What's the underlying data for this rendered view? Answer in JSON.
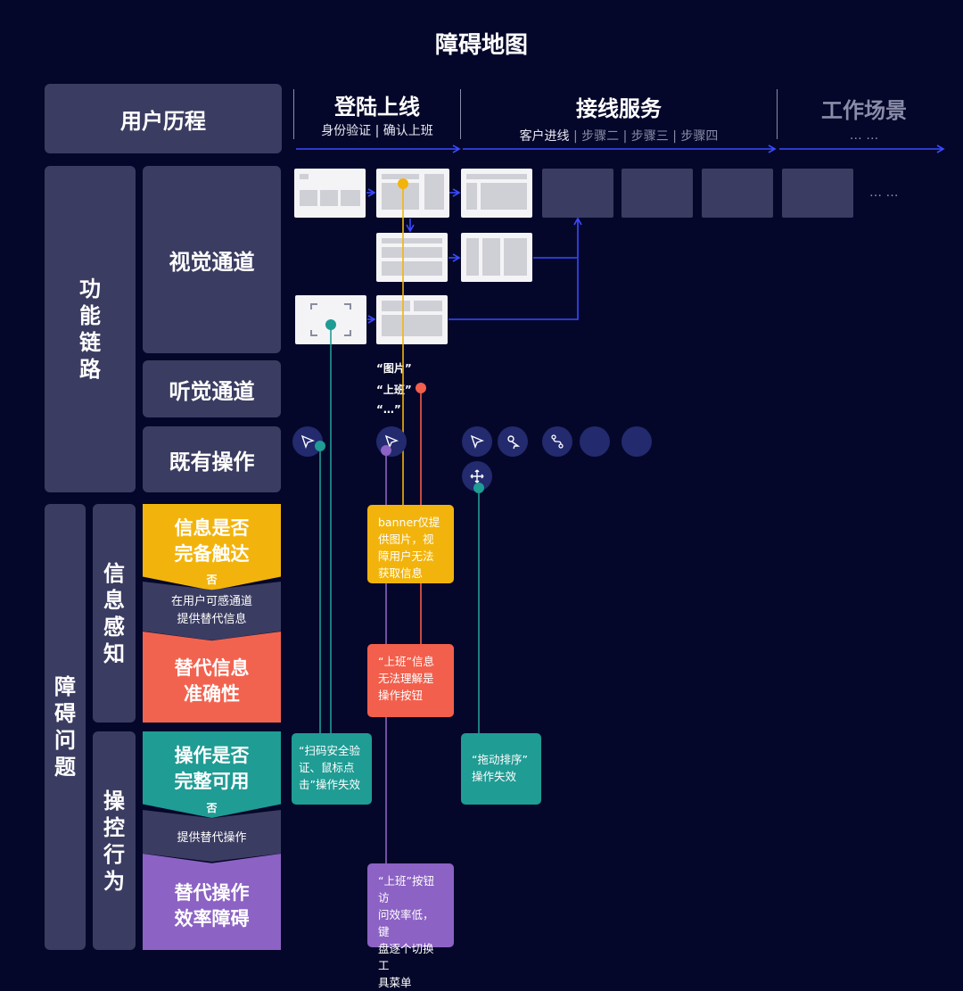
{
  "title": "障碍地图",
  "journey": {
    "label": "用户历程",
    "stages": [
      {
        "title": "登陆上线",
        "sub": "身份验证 | 确认上班"
      },
      {
        "title": "接线服务",
        "sub_main": "客户进线",
        "sub_rest": " | 步骤二 | 步骤三 | 步骤四"
      },
      {
        "title": "工作场景",
        "sub": "… …"
      }
    ]
  },
  "function_chain": {
    "label_chars": [
      "功",
      "能",
      "链",
      "路"
    ],
    "rows": [
      "视觉通道",
      "听觉通道",
      "既有操作"
    ],
    "ellipsis": "… …"
  },
  "audio_cues": [
    "“图片”",
    "“上班”",
    "“…”"
  ],
  "barriers": {
    "label_chars": [
      "障",
      "碍",
      "问",
      "题"
    ],
    "perception": {
      "label_chars": [
        "信",
        "息",
        "感",
        "知"
      ],
      "check": "信息是否\n完备触达",
      "no": "否",
      "action": "在用户可感通道\n提供替代信息",
      "result": "替代信息\n准确性"
    },
    "control": {
      "label_chars": [
        "操",
        "控",
        "行",
        "为"
      ],
      "check": "操作是否\n完整可用",
      "no": "否",
      "action": "提供替代操作",
      "result": "替代操作\n效率障碍"
    }
  },
  "notes": [
    {
      "text": "banner仅提\n供图片，视\n障用户无法\n获取信息",
      "color": "#f2b40c"
    },
    {
      "text": "“上班”信息\n无法理解是\n操作按钮",
      "color": "#f25f4c"
    },
    {
      "text": "“扫码安全验\n证、鼠标点\n击”操作失效",
      "color": "#1f9c94"
    },
    {
      "text": "“拖动排序”\n操作失效",
      "color": "#1f9c94"
    },
    {
      "text": "“上班”按钮访\n问效率低，键\n盘逐个切换工\n具菜单",
      "color": "#8c62c4"
    }
  ],
  "colors": {
    "bg": "#05072a",
    "panel": "#3b3c61",
    "arrow": "#3a4bff",
    "yellow": "#f2b40c",
    "red": "#f25f4c",
    "teal": "#1f9c94",
    "purple": "#8c62c4"
  },
  "icons": [
    "cursor-icon",
    "cursor-icon",
    "cursor-icon",
    "touch-icon",
    "gesture-icon",
    "move-icon"
  ]
}
